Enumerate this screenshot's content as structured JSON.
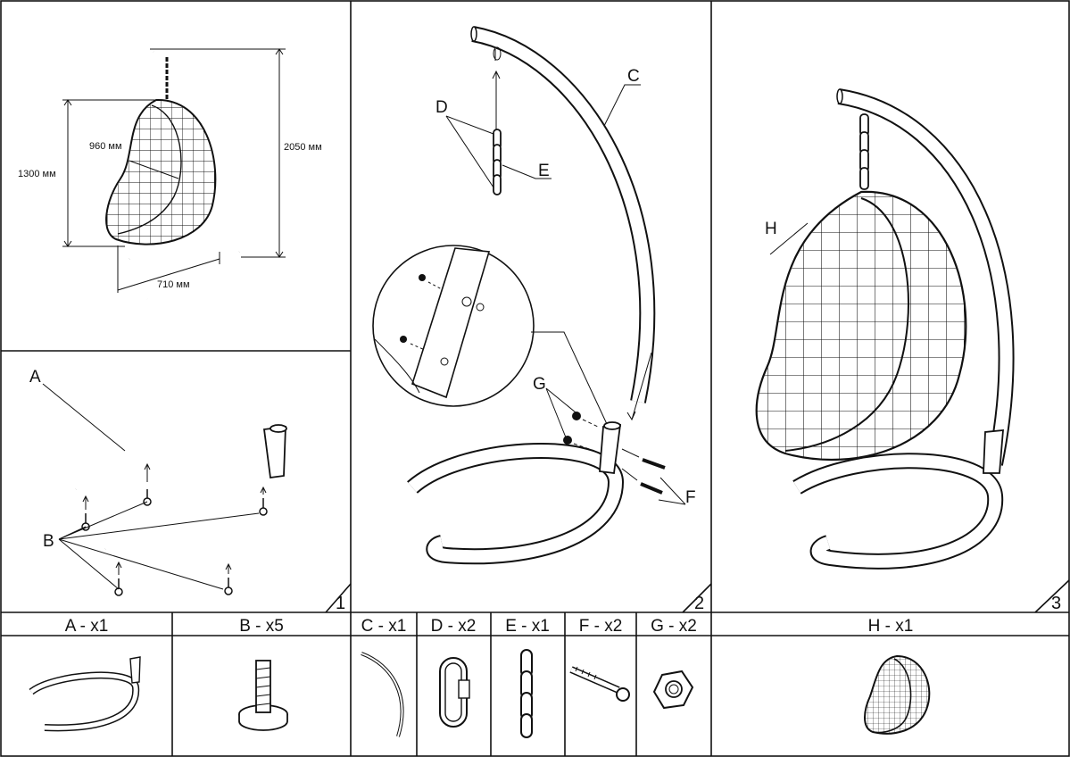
{
  "panel1": {
    "dim_width": "960 мм",
    "dim_height": "1300 мм",
    "dim_total": "2050 мм",
    "dim_base": "710 мм"
  },
  "steps": {
    "s1": "1",
    "s2": "2",
    "s3": "3"
  },
  "labels": {
    "A": "A",
    "B": "B",
    "C": "C",
    "D": "D",
    "E": "E",
    "F": "F",
    "G": "G",
    "H": "H"
  },
  "parts": [
    {
      "label": "A - x1"
    },
    {
      "label": "B - x5"
    },
    {
      "label": "C - x1"
    },
    {
      "label": "D - x2"
    },
    {
      "label": "E - x1"
    },
    {
      "label": "F - x2"
    },
    {
      "label": "G - x2"
    },
    {
      "label": "H - x1"
    }
  ]
}
